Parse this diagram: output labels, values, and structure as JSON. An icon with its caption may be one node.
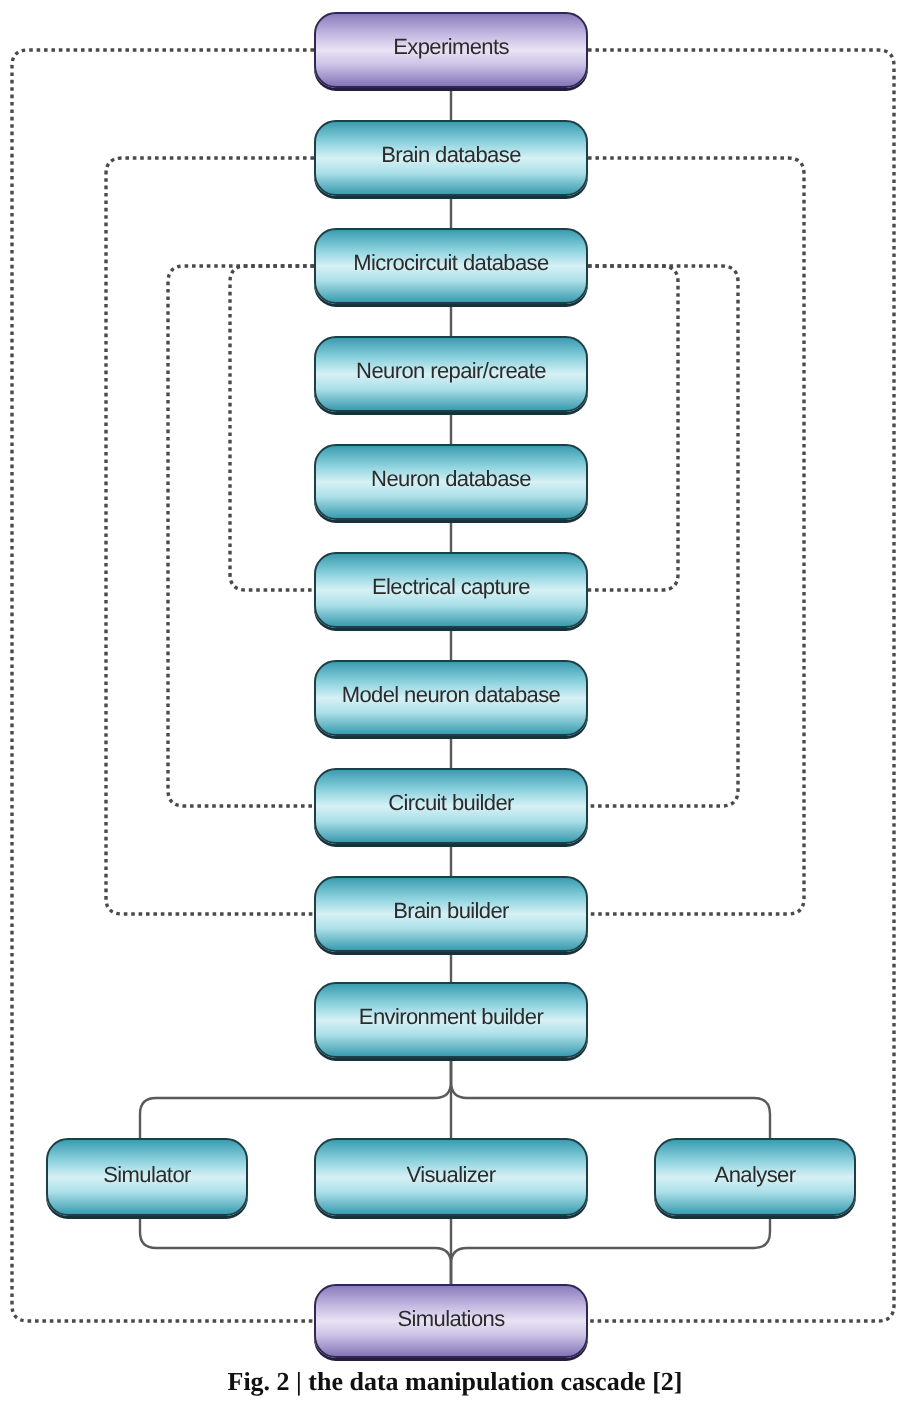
{
  "diagram": {
    "caption": "Fig. 2 | the data manipulation cascade [2]",
    "nodes": [
      {
        "text": [
          "Experiments"
        ]
      },
      {
        "text": [
          "Brain database"
        ]
      },
      {
        "text": [
          "Microcircuit database"
        ]
      },
      {
        "text": [
          "Neuron repair/create"
        ]
      },
      {
        "text": [
          "Neuron database"
        ]
      },
      {
        "text": [
          "Electrical capture"
        ]
      },
      {
        "text": [
          "Model neuron database"
        ]
      },
      {
        "text": [
          "Circuit builder"
        ]
      },
      {
        "text": [
          "Brain builder"
        ]
      },
      {
        "text": [
          "Environment builder"
        ]
      },
      {
        "text": [
          "Simulator"
        ]
      },
      {
        "text": [
          "Visualizer"
        ]
      },
      {
        "text": [
          "Analyser"
        ]
      },
      {
        "text": [
          "Simulations"
        ]
      }
    ],
    "edges": [
      {
        "from": 0,
        "to": 1,
        "arrow": "none"
      },
      {
        "from": 1,
        "to": 2,
        "arrow": "none"
      },
      {
        "from": 2,
        "to": 3,
        "arrow": "none"
      },
      {
        "from": 3,
        "to": 4,
        "arrow": "none"
      },
      {
        "from": 4,
        "to": 5,
        "arrow": "none"
      },
      {
        "from": 5,
        "to": 6,
        "arrow": "none"
      },
      {
        "from": 6,
        "to": 7,
        "arrow": "none"
      },
      {
        "from": 7,
        "to": 8,
        "arrow": "none"
      },
      {
        "from": 8,
        "to": 9,
        "arrow": "none"
      },
      {
        "from": 9,
        "to": 10,
        "arrow": "none"
      },
      {
        "from": 9,
        "to": 11,
        "arrow": "none"
      },
      {
        "from": 9,
        "to": 12,
        "arrow": "none"
      },
      {
        "from": 10,
        "to": 13,
        "arrow": "none"
      },
      {
        "from": 11,
        "to": 13,
        "arrow": "none"
      },
      {
        "from": 12,
        "to": 13,
        "arrow": "none"
      },
      {
        "from": 0,
        "to": 13,
        "arrow": "none",
        "style": "dashed"
      },
      {
        "from": 0,
        "to": 13,
        "arrow": "none",
        "style": "dashed"
      },
      {
        "from": 1,
        "to": 8,
        "arrow": "none",
        "style": "dashed"
      },
      {
        "from": 1,
        "to": 8,
        "arrow": "none",
        "style": "dashed"
      },
      {
        "from": 2,
        "to": 7,
        "arrow": "none",
        "style": "dashed"
      },
      {
        "from": 2,
        "to": 7,
        "arrow": "none",
        "style": "dashed"
      },
      {
        "from": 2,
        "to": 5,
        "arrow": "none",
        "style": "dashed"
      },
      {
        "from": 2,
        "to": 5,
        "arrow": "none",
        "style": "dashed"
      }
    ]
  }
}
